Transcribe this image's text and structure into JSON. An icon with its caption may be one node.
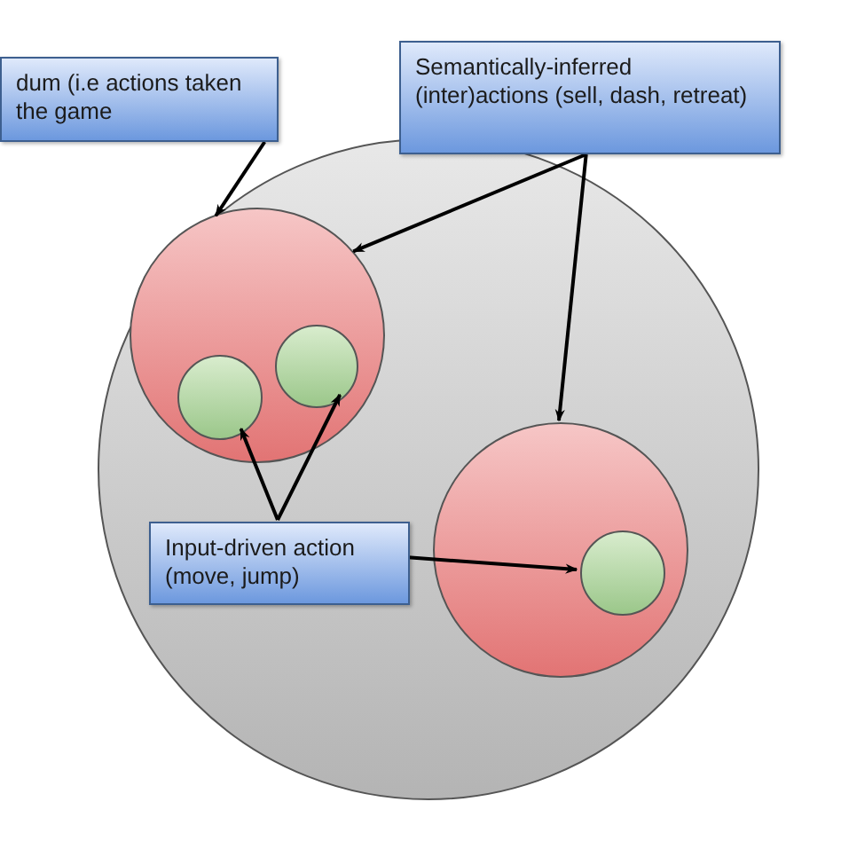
{
  "diagram": {
    "nodes": [
      {
        "text": [
          "dum (i.e actions taken the game"
        ]
      },
      {
        "text": [
          "Semantically-inferred (inter)actions (sell, dash, retreat)"
        ]
      },
      {
        "text": [],
        "shape": "circle"
      },
      {
        "text": [],
        "shape": "circle",
        "in": 2
      },
      {
        "text": [],
        "shape": "circle",
        "in": 3
      },
      {
        "text": [],
        "shape": "circle",
        "in": 3
      },
      {
        "text": [],
        "shape": "circle",
        "in": 2
      },
      {
        "text": [],
        "shape": "circle",
        "in": 6
      },
      {
        "text": [
          "Input-driven action (move, jump)"
        ],
        "in": 2
      }
    ],
    "edges": [
      {
        "from": 0,
        "to": 2,
        "arrow": "to"
      },
      {
        "from": 1,
        "to": 3,
        "arrow": "to"
      },
      {
        "from": 1,
        "to": 6,
        "arrow": "to"
      },
      {
        "from": 8,
        "to": 4,
        "arrow": "to"
      },
      {
        "from": 8,
        "to": 5,
        "arrow": "to"
      },
      {
        "from": 8,
        "to": 7,
        "arrow": "to"
      }
    ]
  }
}
